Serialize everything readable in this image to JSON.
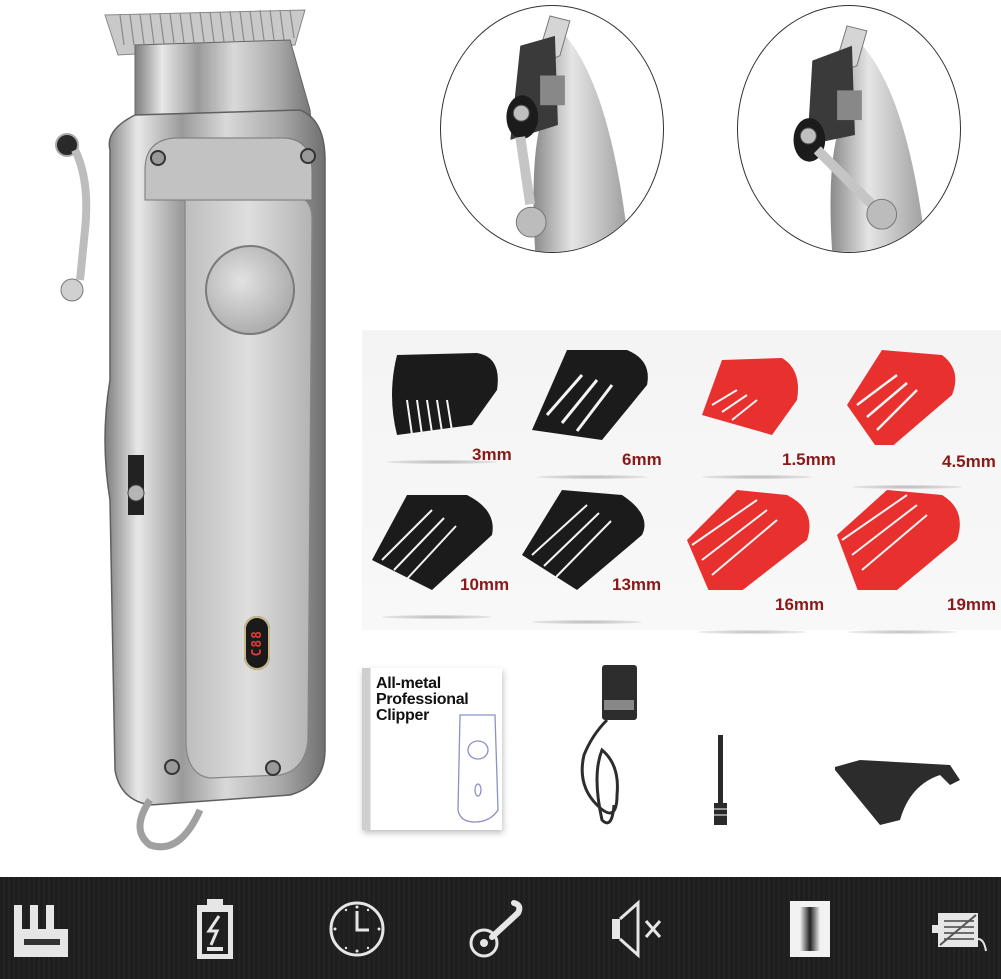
{
  "product": {
    "lcd_display": "C88",
    "images": {
      "main": "main-clipper-image",
      "detail_left": "taper-lever-closed-detail",
      "detail_right": "taper-lever-open-detail"
    }
  },
  "guide_combs": [
    {
      "label": "3mm",
      "color": "#1b1b1b"
    },
    {
      "label": "6mm",
      "color": "#1b1b1b"
    },
    {
      "label": "1.5mm",
      "color": "#e8302f"
    },
    {
      "label": "4.5mm",
      "color": "#e8302f"
    },
    {
      "label": "10mm",
      "color": "#1b1b1b"
    },
    {
      "label": "13mm",
      "color": "#1b1b1b"
    },
    {
      "label": "16mm",
      "color": "#e8302f"
    },
    {
      "label": "19mm",
      "color": "#e8302f"
    }
  ],
  "accessories": {
    "manual": {
      "title_line1": "All-metal",
      "title_line2": "Professional",
      "title_line3": "Clipper"
    },
    "items": [
      "user-manual",
      "power-adapter",
      "cleaning-brush",
      "blade-guard"
    ]
  },
  "feature_bar": {
    "icons": [
      "blade-comb-icon",
      "battery-charging-icon",
      "clock-icon",
      "taper-lever-icon",
      "mute-speaker-icon",
      "metal-body-icon",
      "motor-icon"
    ]
  },
  "colors": {
    "comb_label": "#8a1a1a",
    "comb_black": "#1b1b1b",
    "comb_red": "#e8302f",
    "lcd_digits": "#e23a3a",
    "feature_bar_bg": "#1f1f1f",
    "icon_silver": "#e6e6e6"
  }
}
